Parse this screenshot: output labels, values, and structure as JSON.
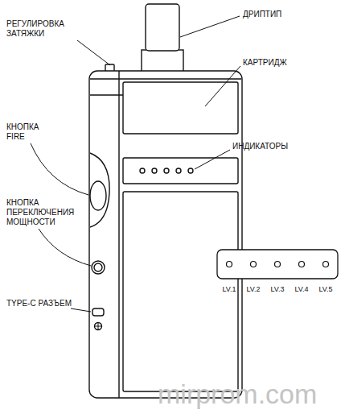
{
  "diagram": {
    "nodes": [
      {
        "text": [
          "LV.1",
          "LV.2",
          "LV.3",
          "LV.4",
          "LV.5"
        ]
      }
    ],
    "labels": [
      "ДРИПТИП",
      "РЕГУЛИРОВКА ЗАТЯЖКИ",
      "КАРТРИДЖ",
      "ИНДИКАТОРЫ",
      "КНОПКА FIRE",
      "КНОПКА ПЕРЕКЛЮЧЕНИЯ МОЩНОСТИ",
      "TYPE-C РАЗЪЕМ",
      "mirprom.com"
    ]
  }
}
